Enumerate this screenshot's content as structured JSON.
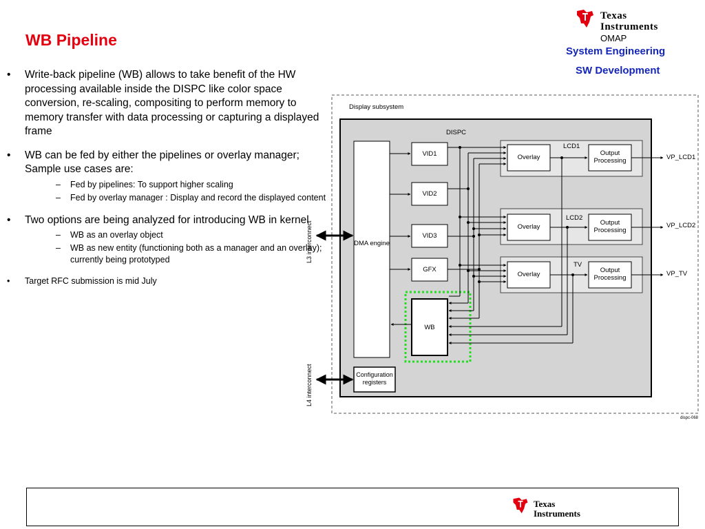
{
  "slide": {
    "title": "WB Pipeline",
    "brand": {
      "line1": "Texas",
      "line2": "Instruments",
      "line3": "OMAP",
      "subtitle1": "System Engineering",
      "subtitle2": "SW Development",
      "red": "#e3000f",
      "blue": "#1426b8"
    },
    "bullets": [
      {
        "text": "Write-back pipeline (WB) allows to take benefit of the HW processing available inside the DISPC like color space conversion, re-scaling, compositing to perform memory to memory transfer with data processing or capturing a displayed frame",
        "subs": []
      },
      {
        "text": "WB can be fed by either the pipelines or overlay manager; Sample use cases are:",
        "subs": [
          "Fed by pipelines: To support higher scaling",
          "Fed by overlay manager : Display and record the displayed content"
        ]
      },
      {
        "text": "Two options are being analyzed for introducing WB in kernel",
        "subs": [
          "WB as an overlay object",
          "WB as new entity (functioning both as a manager and an overlay); currently being prototyped"
        ]
      },
      {
        "text": "Target RFC submission is mid July",
        "subs": []
      }
    ],
    "bullet_char": "•",
    "dash_char": "–"
  },
  "diagram": {
    "outer_label": "Display subsystem",
    "dispc_label": "DISPC",
    "dma": "DMA engine",
    "pipelines": [
      "VID1",
      "VID2",
      "VID3",
      "GFX"
    ],
    "wb": "WB",
    "overlay": "Overlay",
    "output": "Output Processing",
    "channels": [
      "LCD1",
      "LCD2",
      "TV"
    ],
    "outputs": [
      "VP_LCD1",
      "VP_LCD2",
      "VP_TV"
    ],
    "config": "Configuration registers",
    "l3": "L3 interconnect",
    "l4": "L4 interconnect",
    "figure_id": "dispc-068",
    "highlight_color": "#22dd22"
  }
}
